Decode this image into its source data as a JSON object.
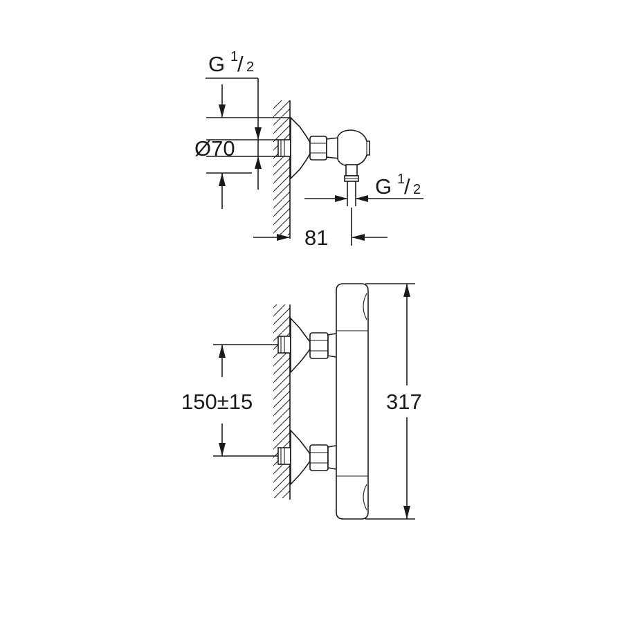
{
  "dimensions": {
    "top_inlet": {
      "main": "G",
      "fraction_numerator": "1",
      "fraction_denominator": "2"
    },
    "flange_diameter": "Ø70",
    "side_outlet": {
      "main": "G",
      "fraction_numerator": "1",
      "fraction_denominator": "2"
    },
    "projection": "81",
    "center_distance": "150±15",
    "overall_height": "317"
  }
}
